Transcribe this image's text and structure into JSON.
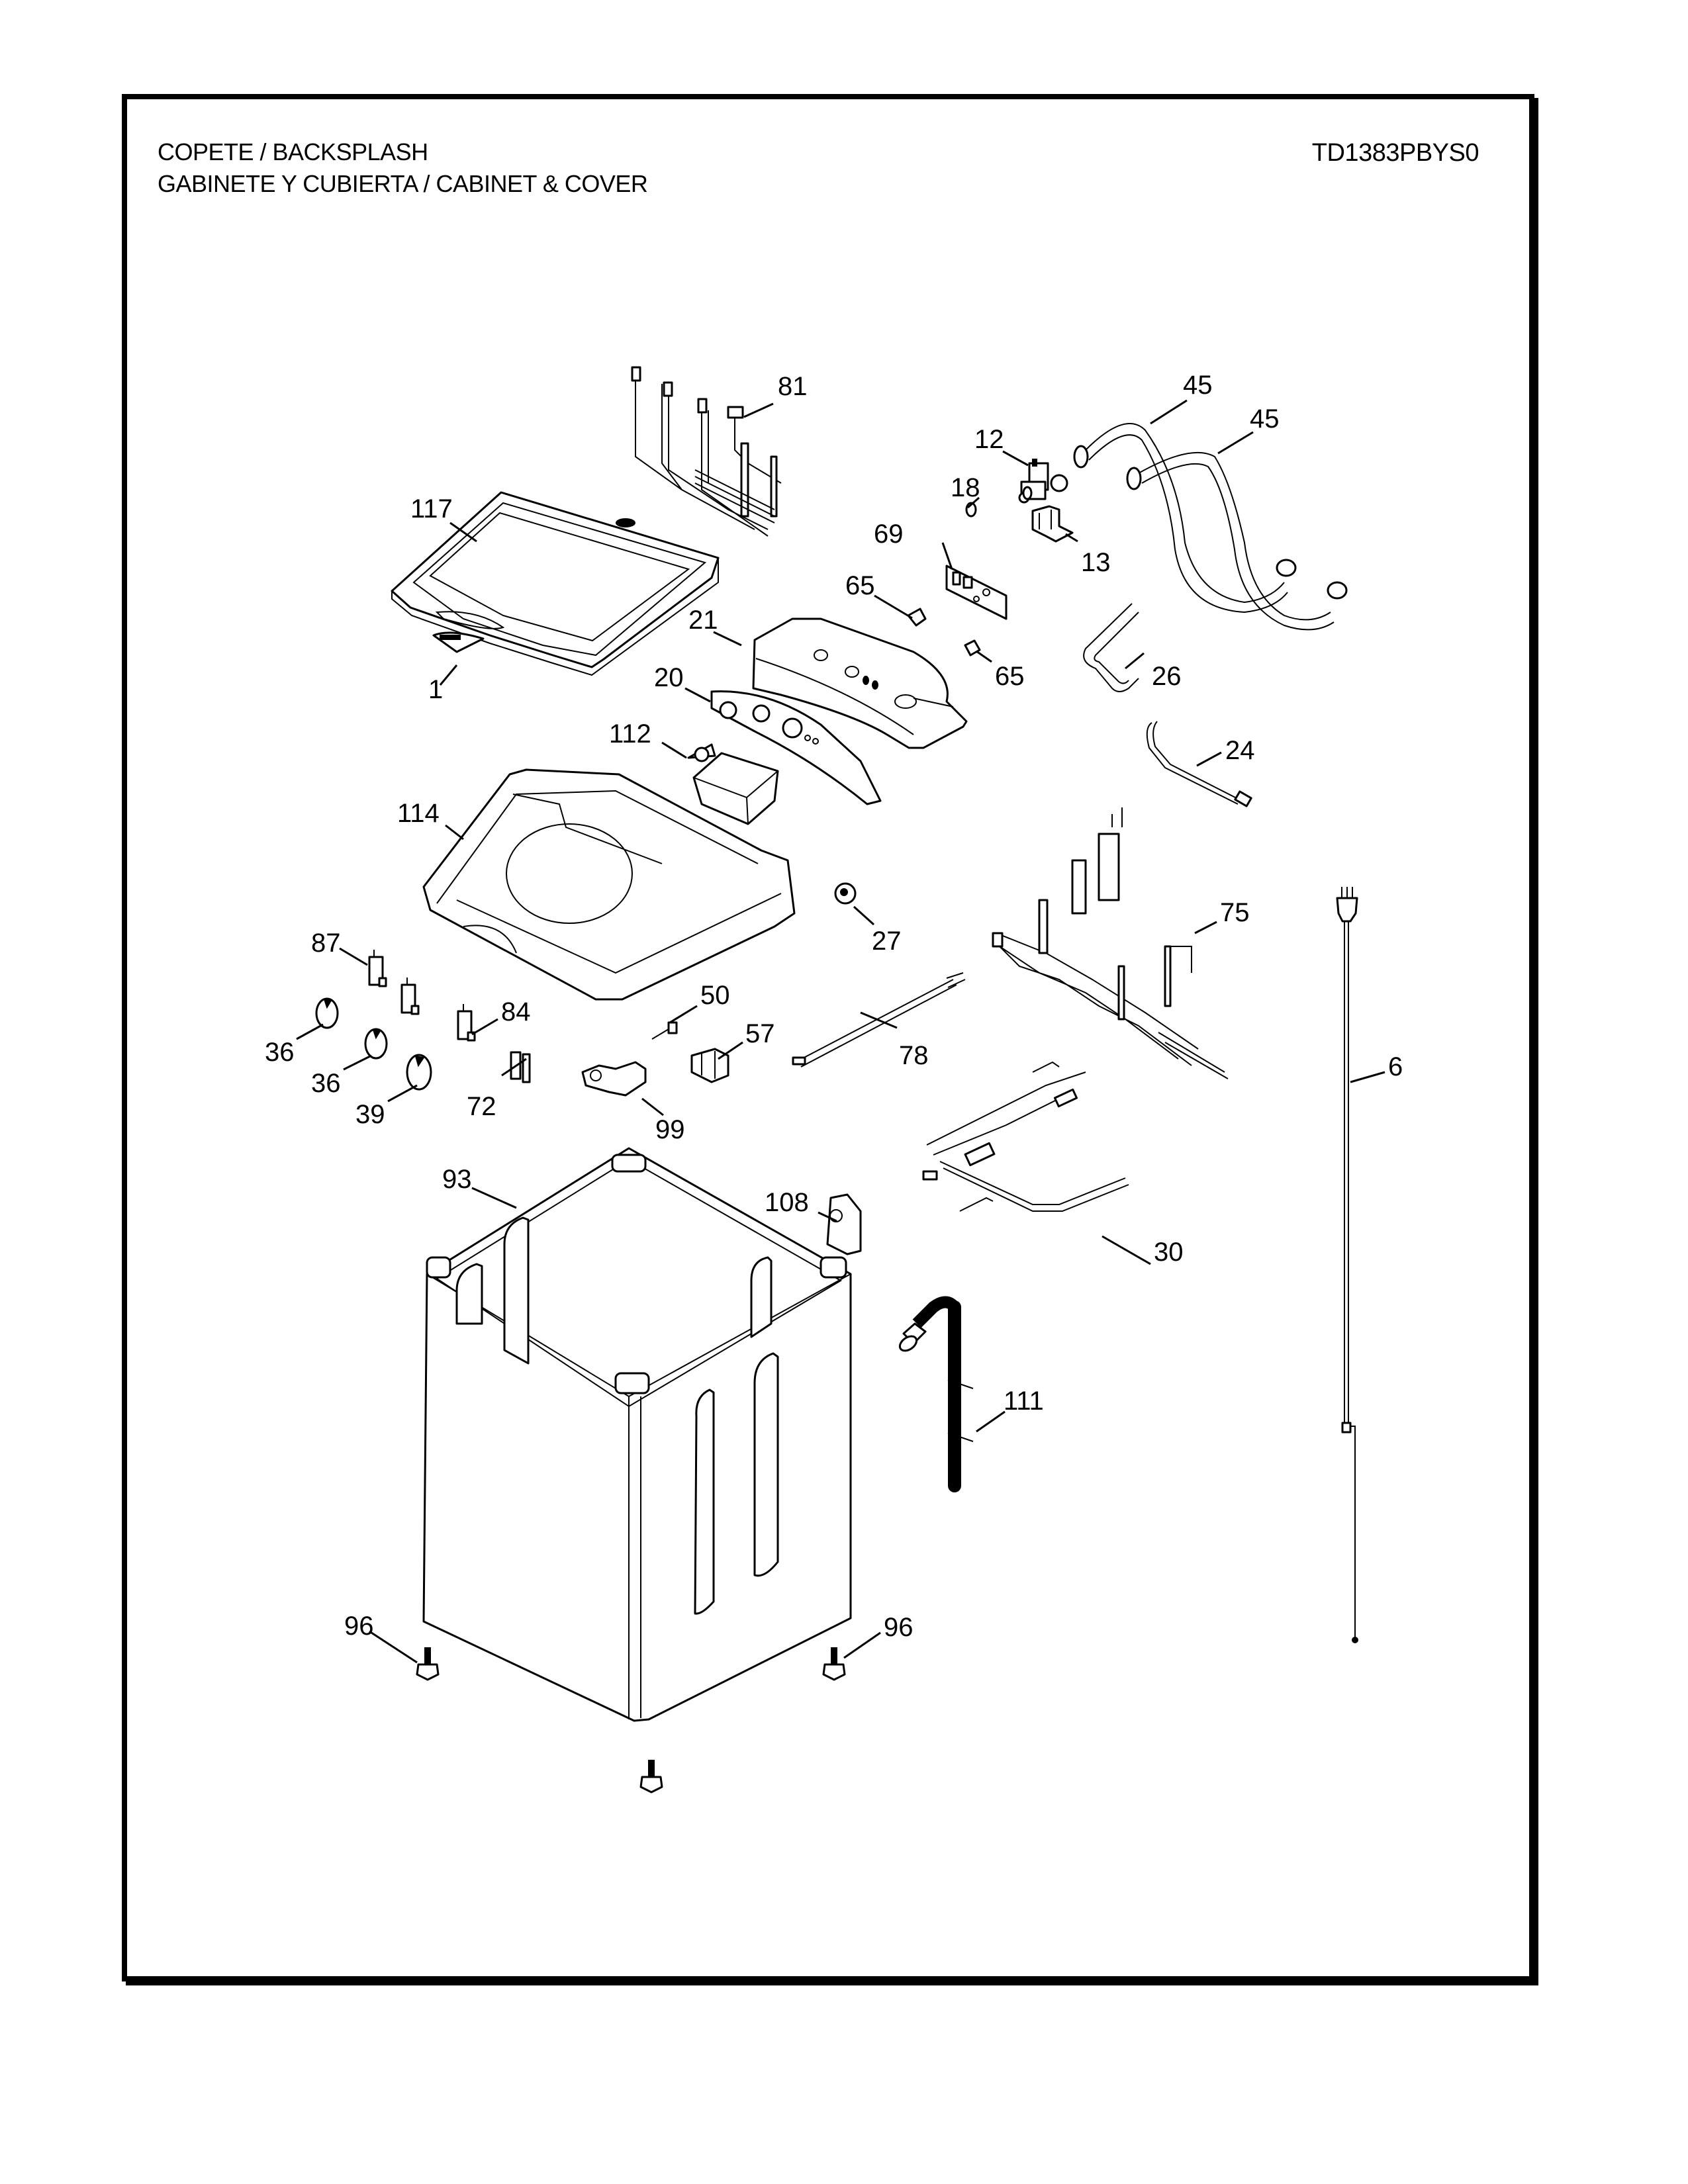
{
  "header": {
    "title_line1": "COPETE / BACKSPLASH",
    "title_line2": "GABINETE Y CUBIERTA / CABINET & COVER",
    "model": "TD1383PBYS0"
  },
  "parts": [
    {
      "id": "p81",
      "label": "81",
      "name": "wire-harness-upper"
    },
    {
      "id": "p45a",
      "label": "45",
      "name": "inlet-hose"
    },
    {
      "id": "p45b",
      "label": "45",
      "name": "inlet-hose"
    },
    {
      "id": "p12",
      "label": "12",
      "name": "water-valve"
    },
    {
      "id": "p18",
      "label": "18",
      "name": "clip"
    },
    {
      "id": "p13",
      "label": "13",
      "name": "valve-bracket"
    },
    {
      "id": "p117",
      "label": "117",
      "name": "lid"
    },
    {
      "id": "p69",
      "label": "69",
      "name": "control-board"
    },
    {
      "id": "p65a",
      "label": "65",
      "name": "clip"
    },
    {
      "id": "p65b",
      "label": "65",
      "name": "clip"
    },
    {
      "id": "p21",
      "label": "21",
      "name": "backsplash-cover"
    },
    {
      "id": "p26",
      "label": "26",
      "name": "hose"
    },
    {
      "id": "p1",
      "label": "1",
      "name": "lid-handle"
    },
    {
      "id": "p20",
      "label": "20",
      "name": "control-panel"
    },
    {
      "id": "p112",
      "label": "112",
      "name": "dispenser"
    },
    {
      "id": "p24",
      "label": "24",
      "name": "wire-lead"
    },
    {
      "id": "p114",
      "label": "114",
      "name": "top-cover"
    },
    {
      "id": "p27",
      "label": "27",
      "name": "pressure-switch"
    },
    {
      "id": "p75",
      "label": "75",
      "name": "wire-harness-main"
    },
    {
      "id": "p87",
      "label": "87",
      "name": "switch"
    },
    {
      "id": "p84",
      "label": "84",
      "name": "switch"
    },
    {
      "id": "p50",
      "label": "50",
      "name": "micro-switch"
    },
    {
      "id": "p57",
      "label": "57",
      "name": "lid-lock"
    },
    {
      "id": "p36a",
      "label": "36",
      "name": "knob"
    },
    {
      "id": "p36b",
      "label": "36",
      "name": "knob"
    },
    {
      "id": "p39",
      "label": "39",
      "name": "knob"
    },
    {
      "id": "p72",
      "label": "72",
      "name": "led-board"
    },
    {
      "id": "p99",
      "label": "99",
      "name": "lid-switch"
    },
    {
      "id": "p78",
      "label": "78",
      "name": "wire-lead"
    },
    {
      "id": "p6",
      "label": "6",
      "name": "power-cord"
    },
    {
      "id": "p93",
      "label": "93",
      "name": "cabinet"
    },
    {
      "id": "p108",
      "label": "108",
      "name": "hose-guide"
    },
    {
      "id": "p30",
      "label": "30",
      "name": "wire-harness-lower"
    },
    {
      "id": "p111",
      "label": "111",
      "name": "drain-hose"
    },
    {
      "id": "p96a",
      "label": "96",
      "name": "leveling-leg"
    },
    {
      "id": "p96b",
      "label": "96",
      "name": "leveling-leg"
    }
  ]
}
